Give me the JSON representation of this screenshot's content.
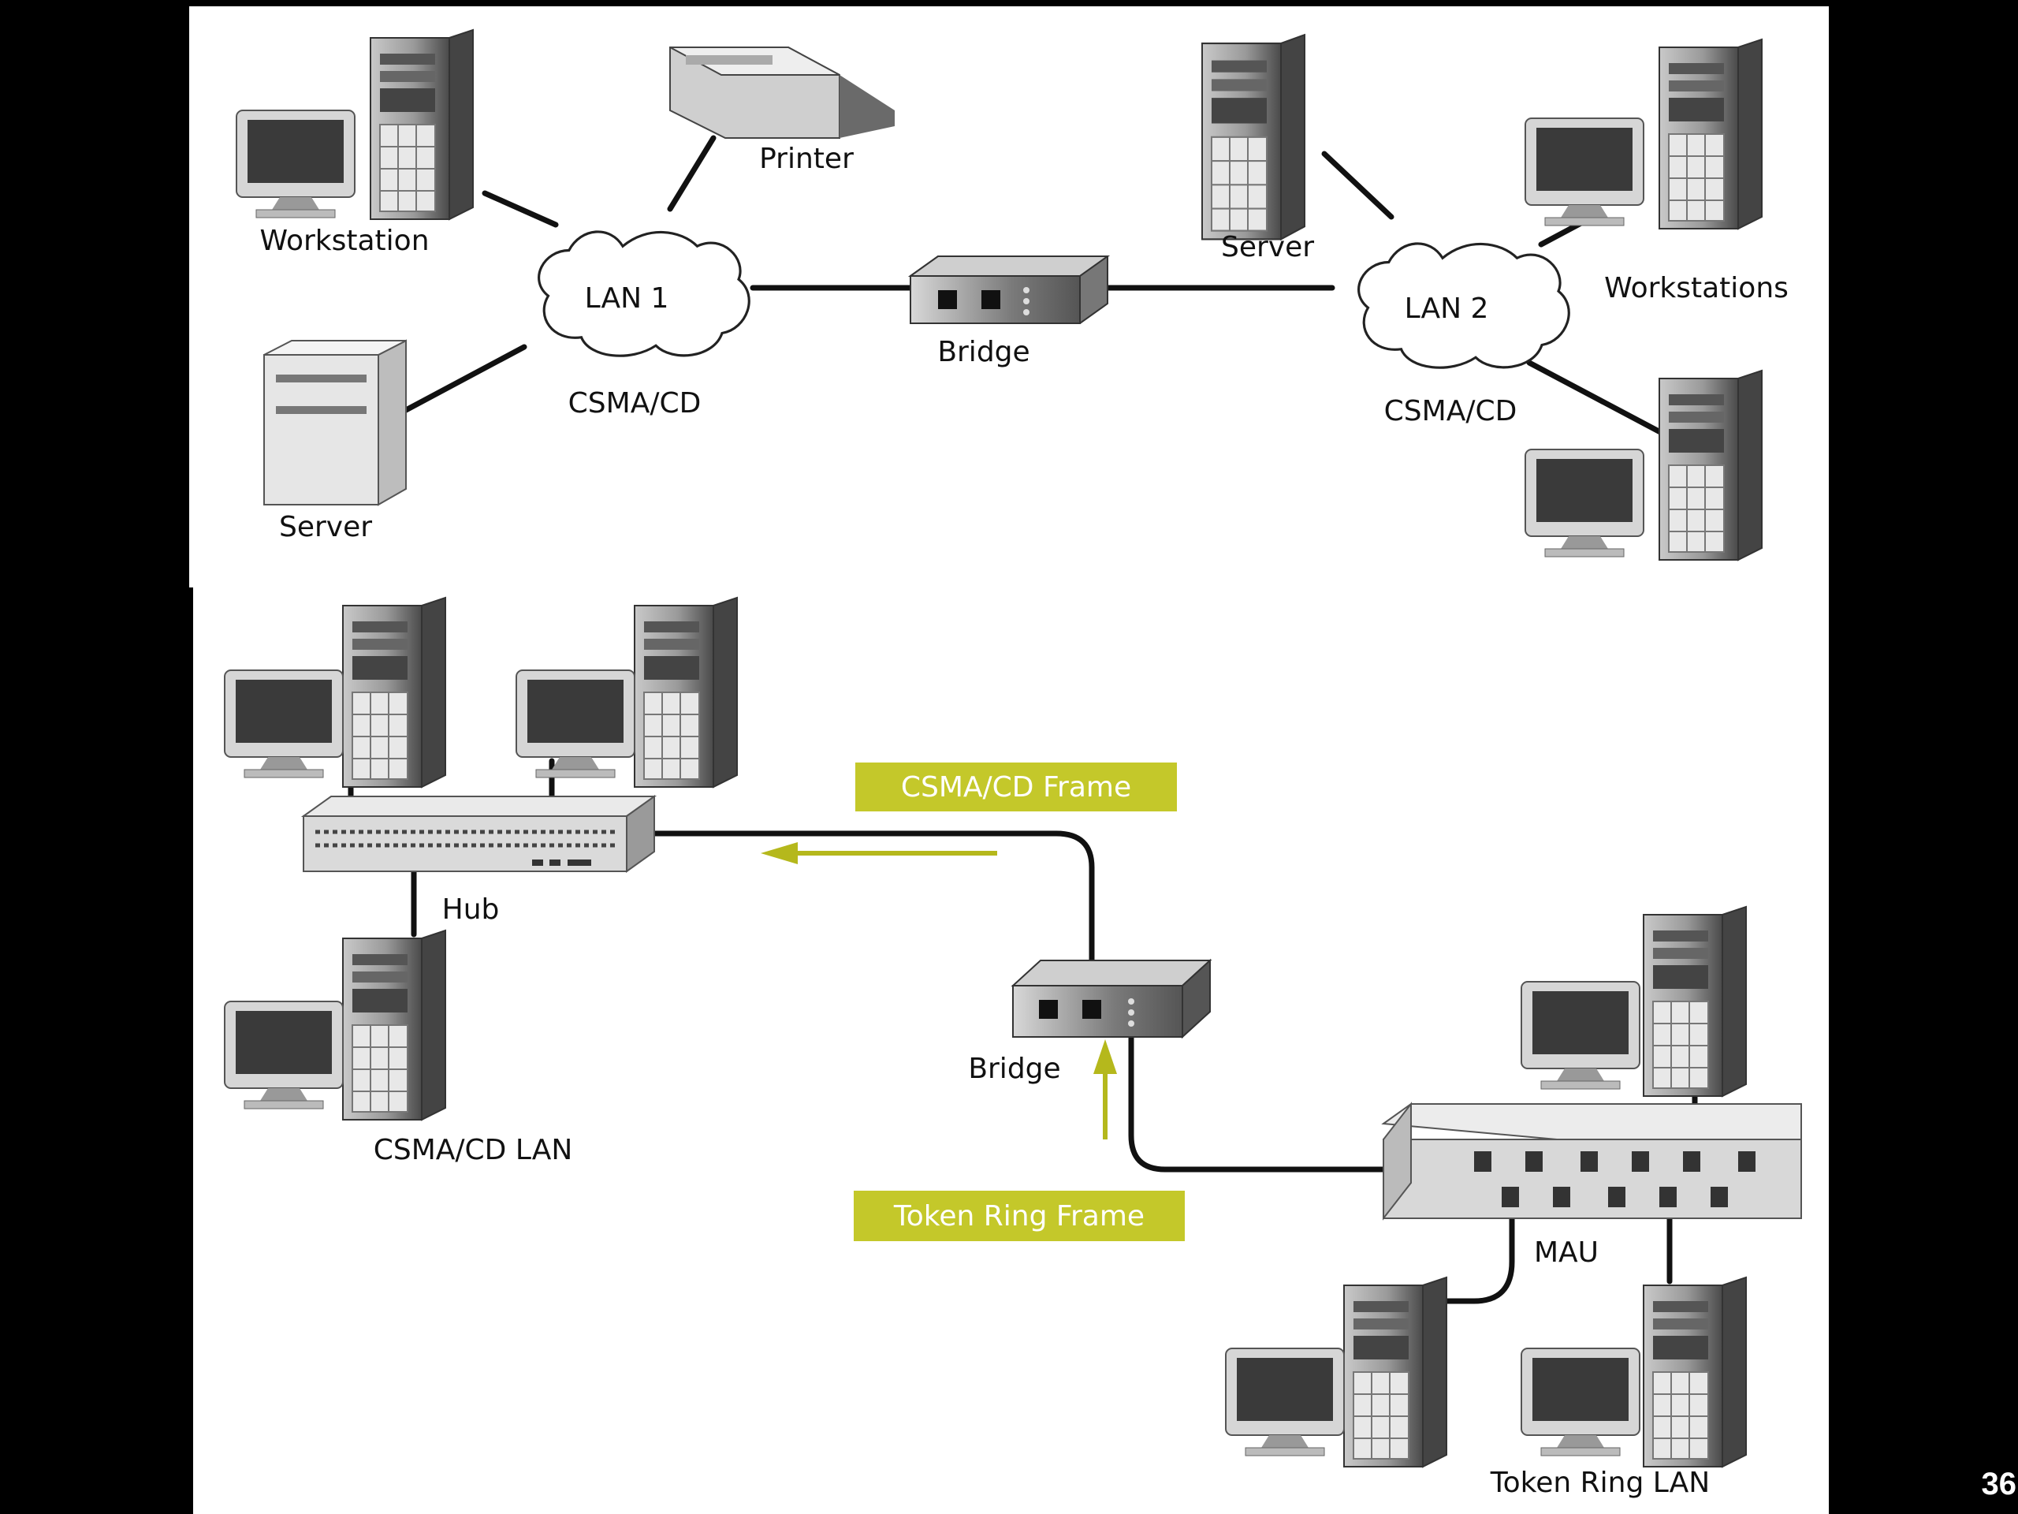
{
  "top_diagram": {
    "lan1": {
      "name": "LAN 1",
      "protocol": "CSMA/CD"
    },
    "lan2": {
      "name": "LAN 2",
      "protocol": "CSMA/CD"
    },
    "workstation_label": "Workstation",
    "printer_label": "Printer",
    "server_left_label": "Server",
    "server_right_label": "Server",
    "workstations_label": "Workstations",
    "bridge_label": "Bridge"
  },
  "bottom_diagram": {
    "hub_label": "Hub",
    "csma_lan_label": "CSMA/CD LAN",
    "bridge_label": "Bridge",
    "mau_label": "MAU",
    "token_ring_lan_label": "Token Ring LAN",
    "csma_frame_label": "CSMA/CD Frame",
    "token_frame_label": "Token Ring Frame"
  },
  "colors": {
    "frame_box": "#c4c82a",
    "arrow": "#b5b81c",
    "background": "#000000",
    "panel": "#ffffff"
  },
  "page_number": "36"
}
